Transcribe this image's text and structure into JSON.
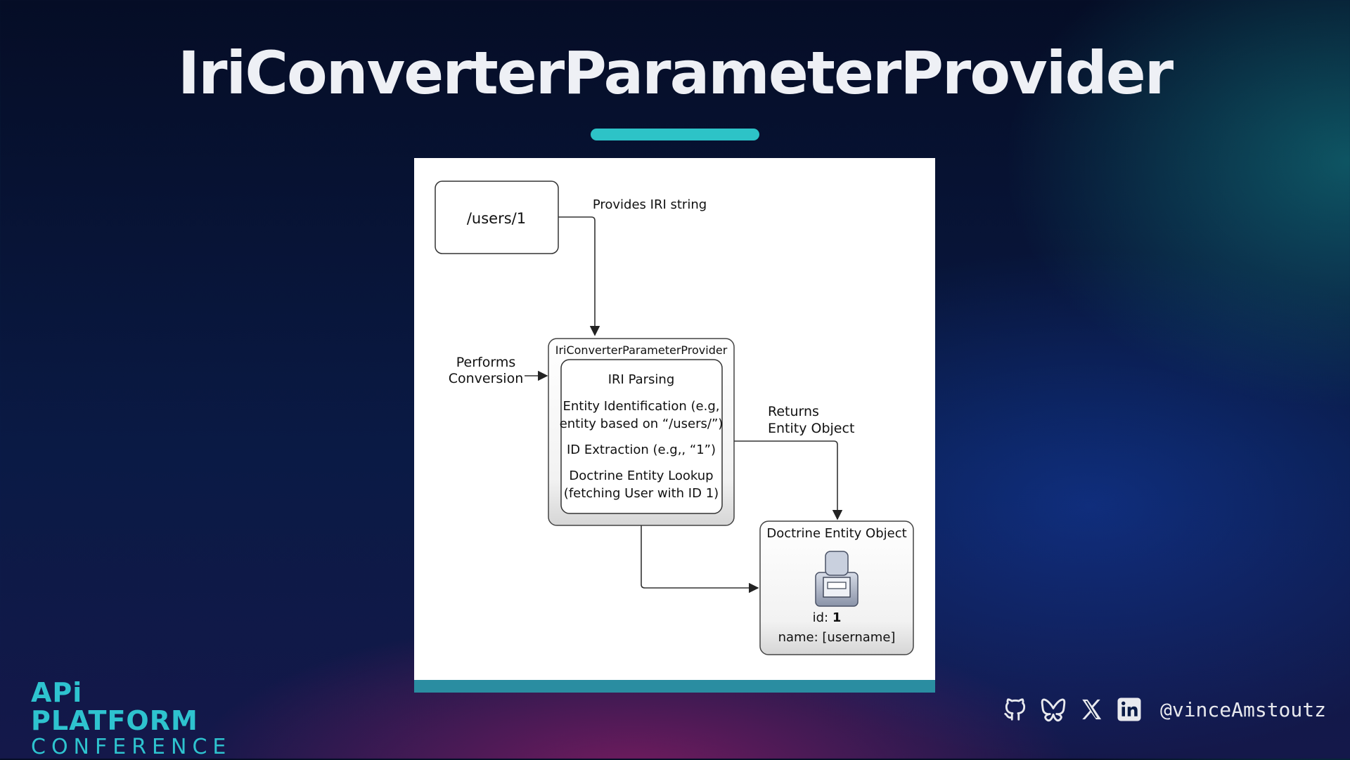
{
  "slide": {
    "title": "IriConverterParameterProvider"
  },
  "diagram": {
    "iri_box": "/users/1",
    "edge_provides": "Provides IRI string",
    "edge_performs": [
      "Performs",
      "Conversion"
    ],
    "provider": {
      "title": "IriConverterParameterProvider",
      "steps": [
        "IRI Parsing",
        "Entity Identification (e.g,",
        "entity based on “/users/”)",
        "ID Extraction (e.g,, “1”)",
        "Doctrine Entity Lookup",
        "(fetching User with ID 1)"
      ]
    },
    "edge_returns": [
      "Returns",
      "Entity Object"
    ],
    "entity": {
      "title": "Doctrine Entity Object",
      "id_label": "id:",
      "id_value": "1",
      "name_line": "name: [username]"
    }
  },
  "footer": {
    "logo_top": "APi PLATFORM",
    "logo_bottom": "CONFERENCE",
    "icons": [
      "github-icon",
      "bluesky-icon",
      "x-icon",
      "linkedin-icon"
    ],
    "handle": "@vinceAmstoutz"
  },
  "colors": {
    "accent": "#2dc3c7",
    "panel_bar": "#2a8da1",
    "title_text": "#eef0f5"
  }
}
